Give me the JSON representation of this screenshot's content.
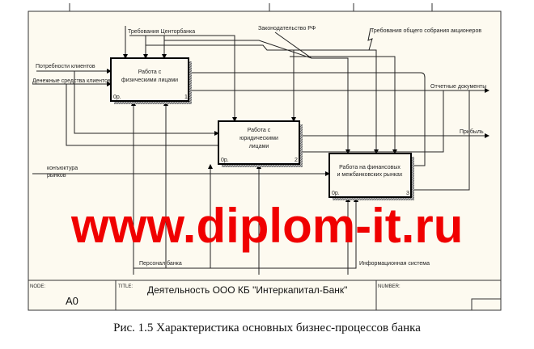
{
  "diagram": {
    "boxes": [
      {
        "label_line1": "Работа с",
        "label_line2": "физическими лицами",
        "cost": "0р.",
        "number": "1"
      },
      {
        "label_line1": "Работа с",
        "label_line2": "юридическими",
        "label_line3": "лицами",
        "cost": "0р.",
        "number": "2"
      },
      {
        "label_line1": "Работа на финансовых",
        "label_line2": "и межбанковских рынках",
        "cost": "0р.",
        "number": "3"
      }
    ],
    "arrows": {
      "control_cb": "Требования Центорбанка",
      "control_law": "Законодательство РФ",
      "control_shareholders": "Требования общего собрания акционеров",
      "input_needs": "Потребности клиентов",
      "input_money": "Денежные средства клиентов",
      "input_market_1": "конъюктура",
      "input_market_2": "рынков",
      "output_reports": "Отчетные документы",
      "output_profit": "Прибыль",
      "mech_staff": "Персонал банка",
      "mech_is": "Информационная система"
    },
    "title_block": {
      "node_label": "NODE:",
      "node_value": "A0",
      "title_label": "TITLE:",
      "title_value": "Деятельность  ООО КБ  \"Интеркапитал-Банк\"",
      "number_label": "NUMBER:"
    }
  },
  "watermark": "www.diplom-it.ru",
  "caption": "Рис. 1.5 Характеристика основных бизнес-процессов банка"
}
